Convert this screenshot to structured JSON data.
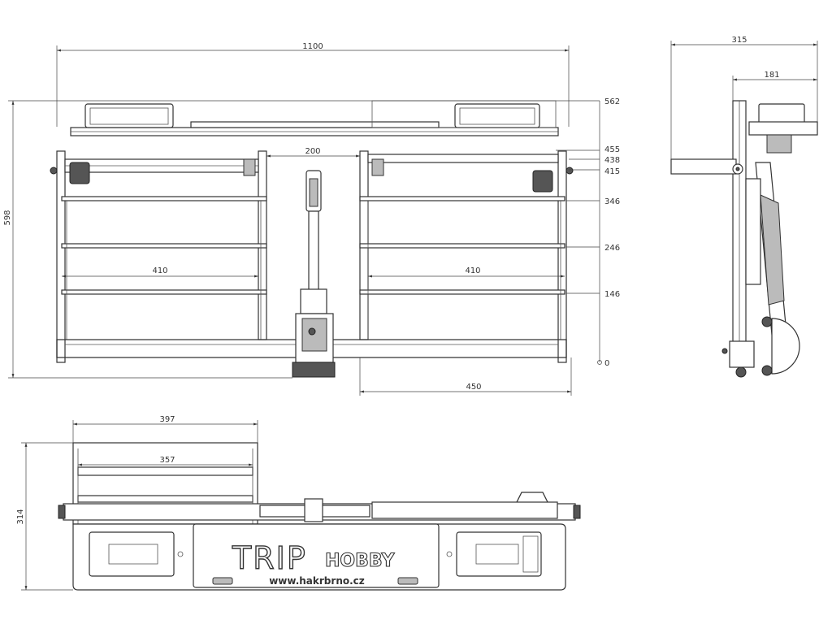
{
  "front_view": {
    "overall_width": "1100",
    "overall_height": "598",
    "center_gap": "200",
    "half_width_left": "410",
    "half_width_right": "410",
    "right_section_width": "450",
    "levels": [
      "562",
      "455",
      "438",
      "415",
      "346",
      "246",
      "146",
      "0"
    ]
  },
  "side_view": {
    "overall_depth": "315",
    "upper_depth": "181"
  },
  "top_view": {
    "outer_width": "397",
    "inner_width": "357",
    "height": "314",
    "brand_main": "TRIP",
    "brand_sub": "HOBBY",
    "website": "www.hakrbrno.cz"
  }
}
